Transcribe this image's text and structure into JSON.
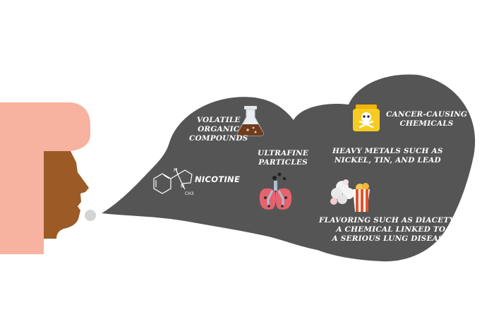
{
  "labels": {
    "voc": [
      "VOLATILE",
      "ORGANIC",
      "COMPOUNDS"
    ],
    "ultrafine": [
      "ULTRAFINE",
      "PARTICLES"
    ],
    "nicotine": "NICOTINE",
    "cancer": [
      "CANCER-CAUSING",
      "CHEMICALS"
    ],
    "metals": [
      "HEAVY METALS SUCH AS",
      "NICKEL, TIN, AND LEAD"
    ],
    "flavoring": [
      "FLAVORING SUCH AS DIACETYL,",
      "A CHEMICAL LINKED TO",
      "A SERIOUS LUNG DISEASE"
    ],
    "molecule": {
      "h": "H",
      "n": "N",
      "ch3": "CH3"
    }
  },
  "colors": {
    "cloud": "#555555",
    "hair": "#f7b3a0",
    "skin": "#9c5b26",
    "bubble": "#d4d4d4",
    "label_text": "#ffffff"
  },
  "icons": [
    "person-head-icon",
    "flask-icon",
    "nicotine-molecule-icon",
    "lungs-icon",
    "poison-jar-icon",
    "popcorn-icon"
  ]
}
